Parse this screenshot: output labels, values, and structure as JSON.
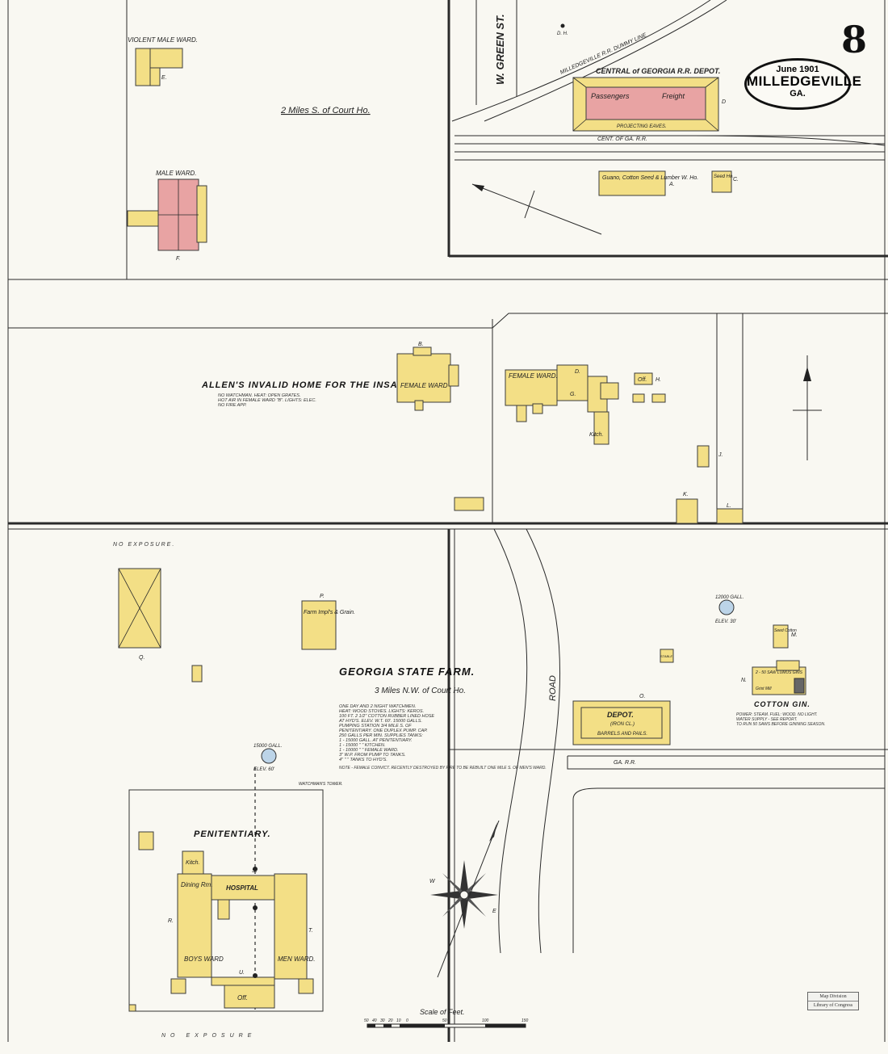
{
  "sheet": {
    "number": "8",
    "date": "June 1901",
    "city": "MILLEDGEVILLE",
    "state": "GA."
  },
  "stamp": {
    "line1": "Map Division",
    "line2": "Library of Congress"
  },
  "top_left": {
    "violent_male_ward": "VIOLENT MALE WARD.",
    "male_ward": "MALE WARD.",
    "distance_note": "2 Miles S. of Court Ho."
  },
  "depot_area": {
    "street": "W. GREEN ST.",
    "dummy_line": "MILLEDGEVILLE R.R. DUMMY LINE",
    "depot_title": "CENTRAL of GEORGIA R.R. DEPOT.",
    "passengers": "Passengers",
    "freight": "Freight",
    "eaves": "PROJECTING EAVES.",
    "railroad": "CENT. OF GA. R.R.",
    "guano": "Guano, Cotton Seed & Lumber W. Ho.",
    "seed_ho": "Seed Ho."
  },
  "middle": {
    "title": "ALLEN'S INVALID HOME FOR THE INSANE",
    "note": "NO WATCHMAN. HEAT: OPEN GRATES. HOT AIR IN FEMALE WARD \"B\". LIGHTS: ELEC. NO FIRE APP.",
    "female_ward_b": "FEMALE WARD",
    "female_ward_g": "FEMALE WARD.",
    "off": "Off.",
    "kitch": "Kitch."
  },
  "farm": {
    "title": "GEORGIA STATE FARM.",
    "subtitle": "3 Miles N.W. of Court Ho.",
    "no_exposure_top": "NO EXPOSURE.",
    "no_exposure_bottom": "NO EXPOSURE",
    "farm_impl": "Farm Impl's & Grain.",
    "water_tank": "15000 GALL.",
    "elev": "ELEV. 60'",
    "watchman_tower": "WATCHMAN'S TOWER.",
    "penitentiary": "PENITENTIARY.",
    "kitch": "Kitch.",
    "dining": "Dining Rm.",
    "hospital": "HOSPITAL",
    "boys_ward": "BOYS WARD",
    "men_ward": "MEN WARD.",
    "off": "Off.",
    "road": "ROAD",
    "notes": [
      "ONE DAY AND 2 NIGHT WATCHMEN.",
      "HEAT: WOOD STOVES. LIGHTS: KEROS.",
      "100 FT. 2 1/2\" COTTON RUBBER LINED HOSE",
      "AT HYD'S. ELEV. W.T. 60'. 15000 GALLS.",
      "PUMPING STATION 3/4 MILE S. OF",
      "PENITENTIARY. ONE DUPLEX PUMP. CAP.",
      "250 GALLS PER MIN. SUPPLIES TANKS:",
      "1 - 15000 GALL. AT PENITENTIARY.",
      "1 - 15000 \" \" KITCHEN.",
      "1 - 10000 \" \" FEMALE WARD.",
      "3\" W.P. FROM PUMP TO TANKS.",
      "4\" \" \" TANKS TO HYD'S."
    ],
    "note_female": "NOTE - FEMALE CONVICT. RECENTLY DESTROYED BY FIRE TO BE REBUILT ONE MILE S. OF MEN'S WARD."
  },
  "cotton": {
    "depot": "DEPOT.",
    "depot_sub": "(IRON CL.)",
    "barrels": "BARRELS AND PAILS.",
    "railroad": "GA. R.R.",
    "tank": "12000 GALL.",
    "elev": "ELEV. 30'",
    "seed": "Seed Cotton",
    "gin": "COTTON GIN.",
    "gin_note": "POWER: STEAM. FUEL: WOOD. NO LIGHT. WATER SUPPLY - SEE REPORT. TO RUN 50 SAWS BEFORE GINNING SEASON.",
    "gins": "2 - 50 SAW LUMUS GINS",
    "mill": "Grist Mill",
    "stable": "STABLE"
  },
  "scale": {
    "title": "Scale of Feet.",
    "ticks": [
      "50",
      "40",
      "30",
      "20",
      "10",
      "0",
      "50",
      "100",
      "150"
    ]
  },
  "letters": [
    "E.",
    "F.",
    "D.",
    "A.",
    "C.",
    "B.",
    "G.",
    "H.",
    "J.",
    "K.",
    "L.",
    "P.",
    "Q.",
    "R.",
    "S.",
    "T.",
    "U.",
    "O.",
    "N.",
    "M.",
    "D. H."
  ],
  "colors": {
    "frame": "#f3df86",
    "brick": "#e8a3a3",
    "paper": "#f9f8f2",
    "ink": "#2a2a2a"
  }
}
